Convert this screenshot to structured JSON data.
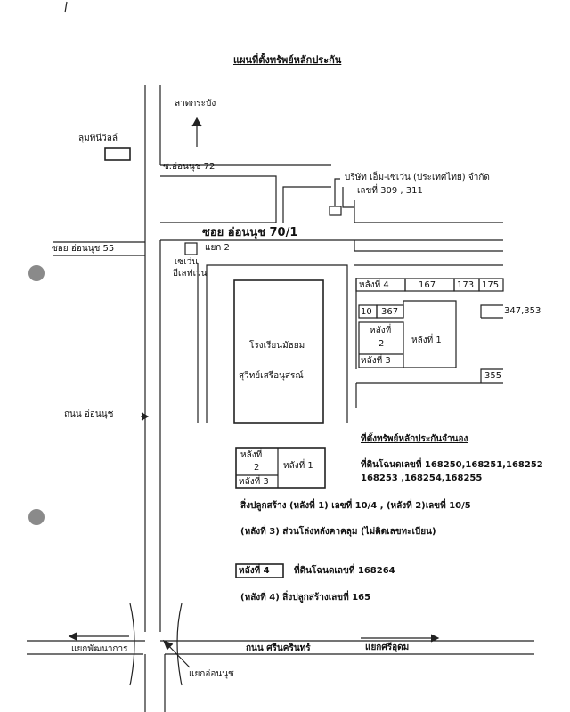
{
  "title": "แผนที่ตั้งทรัพย์หลักประกัน",
  "labels": {
    "lat_krabang": "ลาดกระบัง",
    "lumpini": "ลุมพินีวิลล์",
    "soi72": "ซ.อ่อนนุช 72",
    "soi55": "ซอย อ่อนนุช 55",
    "soi70_1": "ซอย อ่อนนุช 70/1",
    "yaek2": "แยก 2",
    "seven_1": "เซเว่น",
    "seven_2": "อีเลฟเว่น",
    "company_1": "บริษัท เอ็ม-เซเว่น (ประเทศไทย) จำกัด",
    "company_2": "เลขที่  309 , 311",
    "school_1": "โรงเรียนมัธยม",
    "school_2": "สุวิทย์เสรีอนุสรณ์",
    "onnut_road": "ถนน อ่อนนุช",
    "srinakarin": "ถนน ศรีนครินทร์",
    "pattanakarn": "แยกพัฒนาการ",
    "sri_udom": "แยกศรีอุดม",
    "onnut_junction": "แยกอ่อนนุช"
  },
  "lots": {
    "h4": "หลังที่ 4",
    "n167": "167",
    "n173": "173",
    "n175": "175",
    "n10": "10",
    "n367": "367",
    "n347": "347,353",
    "h_top": "หลังที่",
    "h_2": "2",
    "h1": "หลังที่ 1",
    "h3": "หลังที่ 3",
    "n355": "355"
  },
  "legend": {
    "heading": "ที่ตั้งทรัพย์หลักประกันจำนอง",
    "h_top": "หลังที่",
    "h_2": "2",
    "h1": "หลังที่ 1",
    "h3": "หลังที่ 3",
    "deed_line1": "ที่ดินโฉนดเลขที่  168250,168251,168252",
    "deed_line2": "168253 ,168254,168255",
    "building": "สิ่งปลูกสร้าง  (หลังที่ 1) เลขที่ 10/4   , (หลังที่ 2)เลขที่ 10/5",
    "roof": "(หลังที่ 3) ส่วนโล่งหลังคาคลุม (ไม่ติดเลขทะเบียน)",
    "h4_box": "หลังที่ 4",
    "h4_deed": "ที่ดินโฉนดเลขที่   168264",
    "h4_building": "(หลังที่ 4) สิ่งปลูกสร้างเลขที่  165"
  }
}
